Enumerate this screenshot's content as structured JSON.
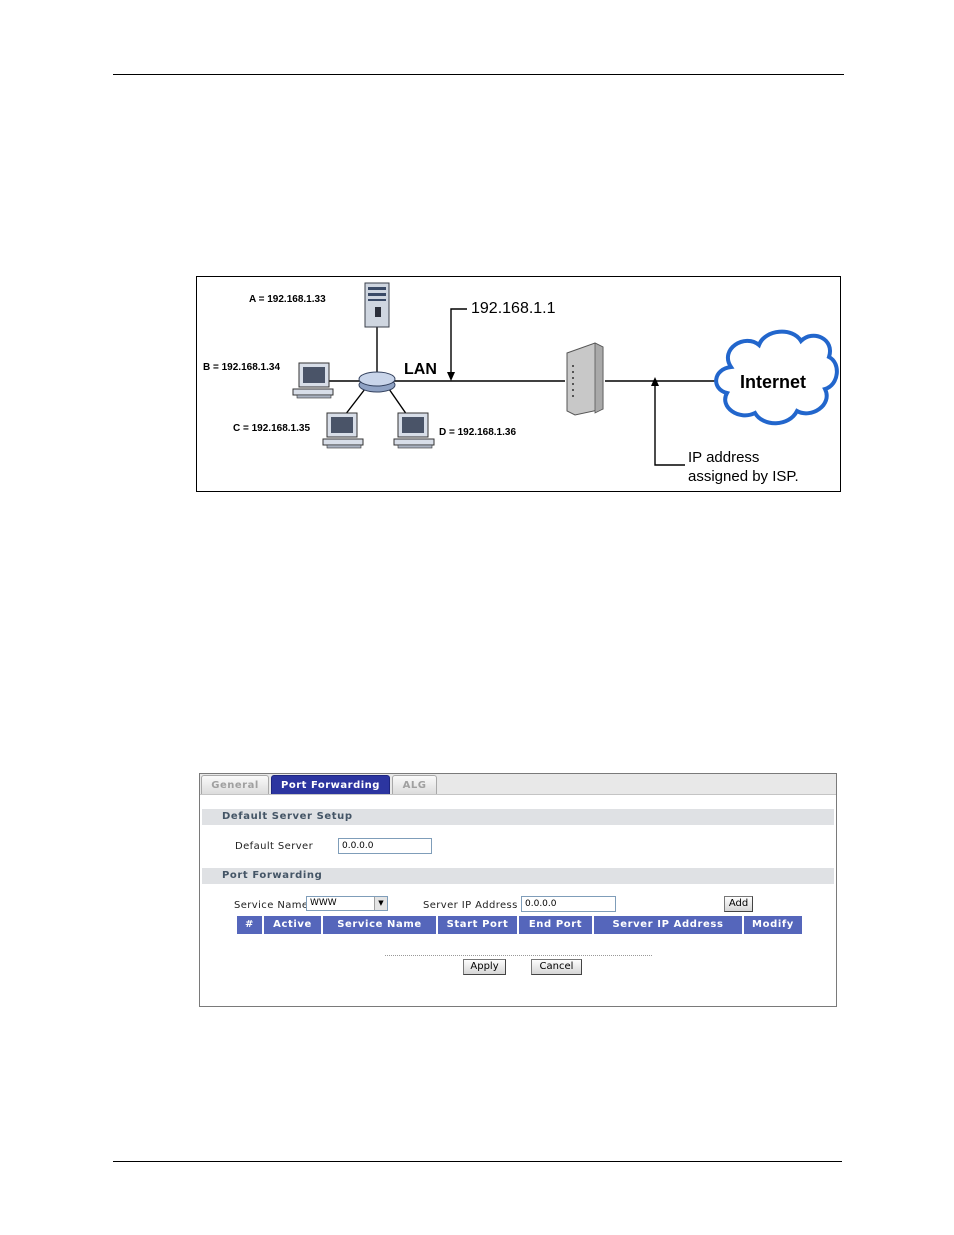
{
  "diagram": {
    "host_a": "A = 192.168.1.33",
    "host_b": "B = 192.168.1.34",
    "host_c": "C = 192.168.1.35",
    "host_d": "D = 192.168.1.36",
    "lan_label": "LAN",
    "router_ip": "192.168.1.1",
    "cloud_label": "Internet",
    "isp_note_line1": "IP address",
    "isp_note_line2": "assigned by ISP."
  },
  "screen": {
    "tabs": {
      "general": "General",
      "port_forwarding": "Port Forwarding",
      "alg": "ALG"
    },
    "default_section": {
      "title": "Default Server Setup",
      "field_label": "Default Server",
      "field_value": "0.0.0.0"
    },
    "pf_section": {
      "title": "Port Forwarding",
      "service_name_label": "Service Name",
      "service_name_value": "WWW",
      "server_ip_label": "Server IP Address",
      "server_ip_value": "0.0.0.0",
      "add_label": "Add"
    },
    "table_headers": [
      "#",
      "Active",
      "Service Name",
      "Start Port",
      "End Port",
      "Server IP Address",
      "Modify"
    ],
    "apply_label": "Apply",
    "cancel_label": "Cancel"
  },
  "colors": {
    "active_tab": "#2c35a0",
    "table_header": "#5566bb",
    "section_bar": "#dfe1e4",
    "cloud_outline": "#2266cc"
  }
}
